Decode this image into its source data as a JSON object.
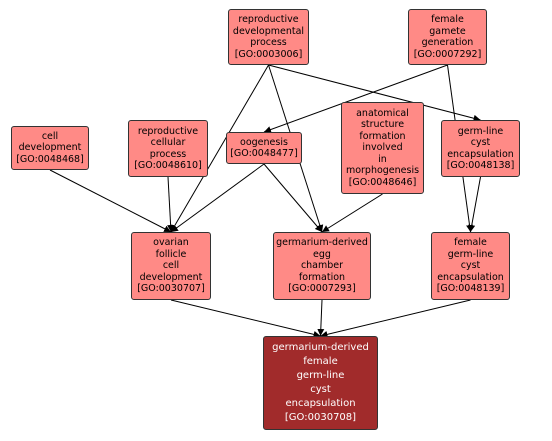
{
  "colors": {
    "node_fill": "#ff8a86",
    "target_fill": "#a12b2b",
    "target_text": "#ffffff",
    "edge": "#000000"
  },
  "nodes": {
    "repro_dev_process": {
      "label": "reproductive\ndevelopmental\nprocess\n[GO:0003006]"
    },
    "female_gamete_gen": {
      "label": "female\ngamete\ngeneration\n[GO:0007292]"
    },
    "cell_development": {
      "label": "cell\ndevelopment\n[GO:0048468]"
    },
    "repro_cell_process": {
      "label": "reproductive\ncellular\nprocess\n[GO:0048610]"
    },
    "oogenesis": {
      "label": "oogenesis\n[GO:0048477]"
    },
    "anat_struct_form": {
      "label": "anatomical\nstructure\nformation\ninvolved\nin\nmorphogenesis\n[GO:0048646]"
    },
    "germline_cyst_enc": {
      "label": "germ-line\ncyst\nencapsulation\n[GO:0048138]"
    },
    "ovarian_follicle": {
      "label": "ovarian\nfollicle\ncell\ndevelopment\n[GO:0030707]"
    },
    "germarium_egg": {
      "label": "germarium-derived\negg\nchamber\nformation\n[GO:0007293]"
    },
    "female_germline": {
      "label": "female\ngerm-line\ncyst\nencapsulation\n[GO:0048139]"
    },
    "target": {
      "label": "germarium-derived\nfemale\ngerm-line\ncyst\nencapsulation\n[GO:0030708]"
    }
  },
  "edges": [
    [
      "repro_dev_process",
      "ovarian_follicle"
    ],
    [
      "repro_dev_process",
      "germarium_egg"
    ],
    [
      "repro_dev_process",
      "germline_cyst_enc"
    ],
    [
      "female_gamete_gen",
      "oogenesis"
    ],
    [
      "female_gamete_gen",
      "female_germline"
    ],
    [
      "cell_development",
      "ovarian_follicle"
    ],
    [
      "repro_cell_process",
      "ovarian_follicle"
    ],
    [
      "oogenesis",
      "ovarian_follicle"
    ],
    [
      "oogenesis",
      "germarium_egg"
    ],
    [
      "anat_struct_form",
      "germarium_egg"
    ],
    [
      "germline_cyst_enc",
      "female_germline"
    ],
    [
      "ovarian_follicle",
      "target"
    ],
    [
      "germarium_egg",
      "target"
    ],
    [
      "female_germline",
      "target"
    ]
  ]
}
